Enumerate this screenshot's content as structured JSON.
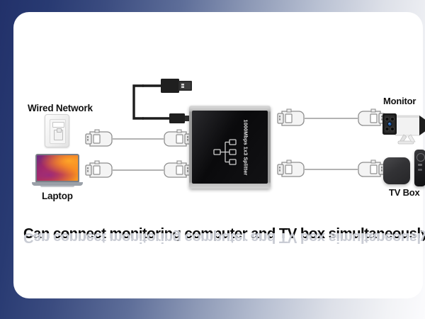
{
  "background": {
    "gradient_from": "#22316a",
    "gradient_to": "#fbfbfd",
    "card_color": "#ffffff"
  },
  "device": {
    "name": "1000Mbps 1×3 Splitter",
    "faceplate_text": "1000Mbps 1x3 Splitter",
    "body_color": "#0a0a0c",
    "frame_color": "#9a9a9a",
    "diagram_icon": "network-splitter-tree-icon"
  },
  "sources": {
    "wired_network": {
      "label": "Wired Network",
      "icon": "ethernet-wall-plate-icon"
    },
    "laptop": {
      "label": "Laptop",
      "icon": "laptop-icon"
    }
  },
  "destinations": {
    "monitor": {
      "label": "Monitor",
      "icon": "security-camera-icon"
    },
    "tv_box": {
      "label": "TV Box",
      "icon": "tv-box-icon",
      "accessory_icon": "remote-control-icon"
    }
  },
  "power": {
    "cable_icon": "usb-to-micro-usb-cable-icon",
    "connector_a": "usb-a-plug",
    "connector_b": "micro-usb-plug"
  },
  "cables": [
    {
      "name": "wired-network-to-splitter",
      "icon": "ethernet-rj45-cable-icon"
    },
    {
      "name": "laptop-to-splitter",
      "icon": "ethernet-rj45-cable-icon"
    },
    {
      "name": "splitter-to-monitor",
      "icon": "ethernet-rj45-cable-icon"
    },
    {
      "name": "splitter-to-tv-box",
      "icon": "ethernet-rj45-cable-icon"
    }
  ],
  "caption": {
    "text": "Can connect monitoring computer and TV box simultaneously",
    "reflection_text": "Can connect monitoring computer and TV box simultaneously",
    "color": "#0b0b0b",
    "reflection_color": "#c9ccd4"
  }
}
